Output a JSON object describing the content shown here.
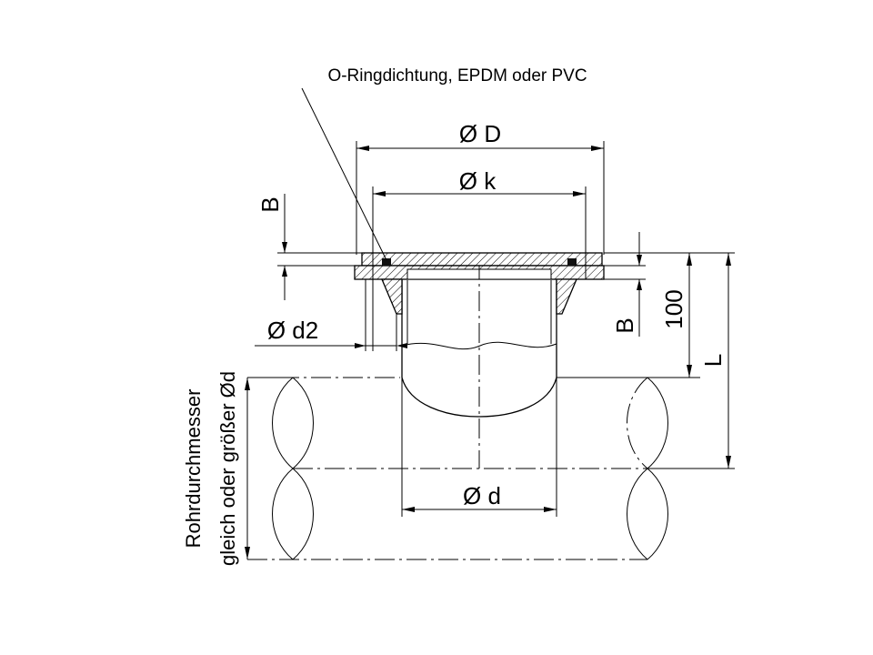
{
  "labels": {
    "o_ring": "O-Ringdichtung, EPDM oder PVC",
    "dim_D": "Ø D",
    "dim_k": "Ø k",
    "dim_B_top": "B",
    "dim_B_right": "B",
    "dim_d2": "Ø d2",
    "dim_100": "100",
    "dim_L": "L",
    "dim_d": "Ø d",
    "pipe_note_line1": "Rohrdurchmesser",
    "pipe_note_line2": "gleich oder größer Ød"
  }
}
